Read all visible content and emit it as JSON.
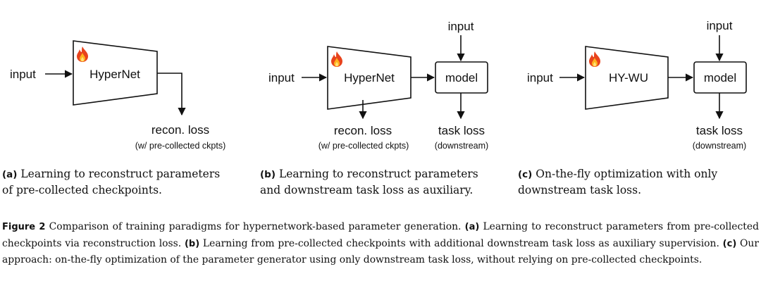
{
  "panel_a": {
    "input": "input",
    "net": "HyperNet",
    "loss": "recon. loss",
    "loss_note": "(w/ pre-collected ckpts)"
  },
  "panel_b": {
    "input_left": "input",
    "input_top": "input",
    "net": "HyperNet",
    "model": "model",
    "loss1": "recon. loss",
    "loss1_note": "(w/ pre-collected ckpts)",
    "loss2": "task loss",
    "loss2_note": "(downstream)"
  },
  "panel_c": {
    "input_left": "input",
    "input_top": "input",
    "net": "HY-WU",
    "model": "model",
    "loss": "task loss",
    "loss_note": "(downstream)"
  },
  "fire_icon": "fire-icon",
  "subcaptions": {
    "a": {
      "label": "(a)",
      "line1": " Learning to reconstruct parameters",
      "line2": "of pre-collected checkpoints."
    },
    "b": {
      "label": "(b)",
      "line1": " Learning to reconstruct parameters",
      "line2": "and downstream task loss as auxiliary."
    },
    "c": {
      "label": "(c)",
      "line1": " On-the-fly optimization with only",
      "line2": "downstream task loss."
    }
  },
  "caption": {
    "label": "Figure 2",
    "text1": " Comparison of training paradigms for hypernetwork-based parameter generation. ",
    "a_label": "(a)",
    "text2": " Learning to reconstruct parameters from pre-collected checkpoints via reconstruction loss. ",
    "b_label": "(b)",
    "text3": " Learning from pre-collected checkpoints with additional downstream task loss as auxiliary supervision. ",
    "c_label": "(c)",
    "text4": " Our approach: on-the-fly optimization of the parameter generator using only downstream task loss, without relying on pre-collected checkpoints."
  }
}
